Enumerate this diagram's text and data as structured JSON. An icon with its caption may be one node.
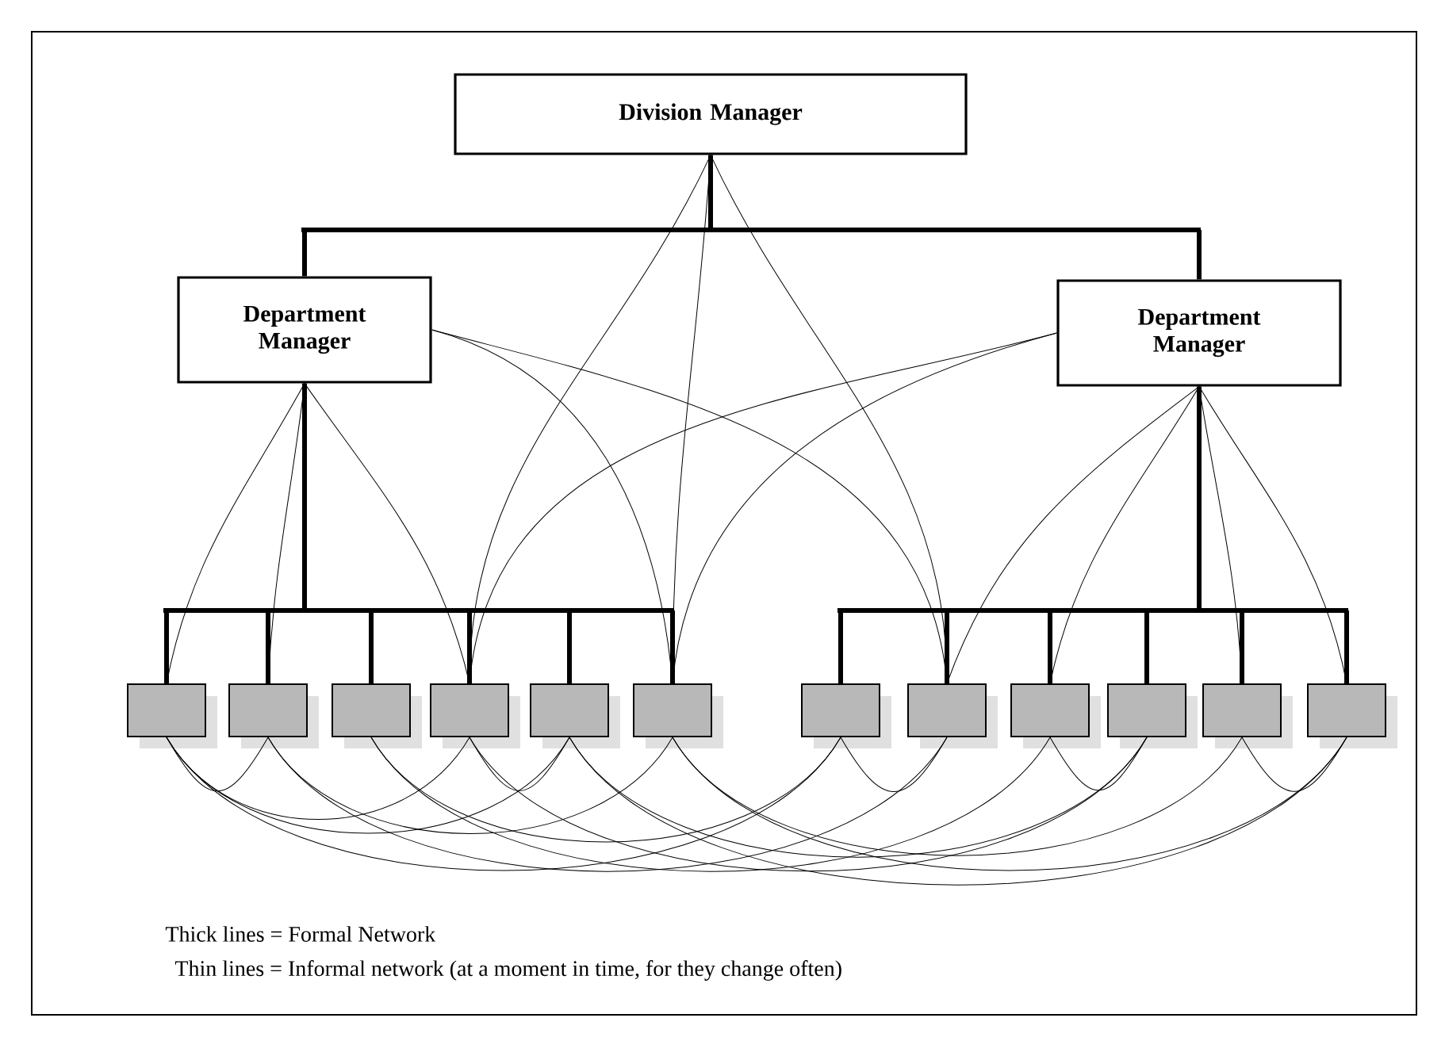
{
  "diagram": {
    "nodes": [
      {
        "text": [
          "Division Manager"
        ]
      },
      {
        "text": [
          "Department Manager"
        ]
      },
      {
        "text": [
          "Department Manager"
        ]
      },
      {
        "text": [],
        "shape": "box"
      },
      {
        "text": [],
        "shape": "box"
      },
      {
        "text": [],
        "shape": "box"
      },
      {
        "text": [],
        "shape": "box"
      },
      {
        "text": [],
        "shape": "box"
      },
      {
        "text": [],
        "shape": "box"
      },
      {
        "text": [],
        "shape": "box"
      },
      {
        "text": [],
        "shape": "box"
      },
      {
        "text": [],
        "shape": "box"
      },
      {
        "text": [],
        "shape": "box"
      },
      {
        "text": [],
        "shape": "box"
      },
      {
        "text": [],
        "shape": "box"
      }
    ],
    "edges": [
      {
        "from": 0,
        "to": 1,
        "arrow": "none",
        "style": "thick"
      },
      {
        "from": 0,
        "to": 2,
        "arrow": "none",
        "style": "thick"
      },
      {
        "from": 1,
        "to": 3,
        "arrow": "none",
        "style": "thick"
      },
      {
        "from": 1,
        "to": 4,
        "arrow": "none",
        "style": "thick"
      },
      {
        "from": 1,
        "to": 5,
        "arrow": "none",
        "style": "thick"
      },
      {
        "from": 1,
        "to": 6,
        "arrow": "none",
        "style": "thick"
      },
      {
        "from": 1,
        "to": 7,
        "arrow": "none",
        "style": "thick"
      },
      {
        "from": 1,
        "to": 8,
        "arrow": "none",
        "style": "thick"
      },
      {
        "from": 2,
        "to": 9,
        "arrow": "none",
        "style": "thick"
      },
      {
        "from": 2,
        "to": 10,
        "arrow": "none",
        "style": "thick"
      },
      {
        "from": 2,
        "to": 11,
        "arrow": "none",
        "style": "thick"
      },
      {
        "from": 2,
        "to": 12,
        "arrow": "none",
        "style": "thick"
      },
      {
        "from": 2,
        "to": 13,
        "arrow": "none",
        "style": "thick"
      },
      {
        "from": 2,
        "to": 14,
        "arrow": "none",
        "style": "thick"
      },
      {
        "from": 0,
        "to": 6,
        "arrow": "none"
      },
      {
        "from": 0,
        "to": 8,
        "arrow": "none"
      },
      {
        "from": 0,
        "to": 10,
        "arrow": "none"
      },
      {
        "from": 1,
        "to": 3,
        "arrow": "none"
      },
      {
        "from": 1,
        "to": 4,
        "arrow": "none"
      },
      {
        "from": 1,
        "to": 6,
        "arrow": "none"
      },
      {
        "from": 1,
        "to": 8,
        "arrow": "none"
      },
      {
        "from": 1,
        "to": 10,
        "arrow": "none"
      },
      {
        "from": 2,
        "to": 6,
        "arrow": "none"
      },
      {
        "from": 2,
        "to": 8,
        "arrow": "none"
      },
      {
        "from": 2,
        "to": 10,
        "arrow": "none"
      },
      {
        "from": 2,
        "to": 11,
        "arrow": "none"
      },
      {
        "from": 2,
        "to": 13,
        "arrow": "none"
      },
      {
        "from": 2,
        "to": 14,
        "arrow": "none"
      },
      {
        "from": 3,
        "to": 4,
        "arrow": "none"
      },
      {
        "from": 3,
        "to": 7,
        "arrow": "none"
      },
      {
        "from": 3,
        "to": 9,
        "arrow": "none"
      },
      {
        "from": 4,
        "to": 8,
        "arrow": "none"
      },
      {
        "from": 4,
        "to": 10,
        "arrow": "none"
      },
      {
        "from": 5,
        "to": 9,
        "arrow": "none"
      },
      {
        "from": 5,
        "to": 11,
        "arrow": "none"
      },
      {
        "from": 6,
        "to": 3,
        "arrow": "none"
      },
      {
        "from": 6,
        "to": 7,
        "arrow": "none"
      },
      {
        "from": 7,
        "to": 12,
        "arrow": "none"
      },
      {
        "from": 8,
        "to": 13,
        "arrow": "none"
      },
      {
        "from": 8,
        "to": 14,
        "arrow": "none"
      },
      {
        "from": 9,
        "to": 10,
        "arrow": "none"
      },
      {
        "from": 11,
        "to": 12,
        "arrow": "none"
      },
      {
        "from": 12,
        "to": 6,
        "arrow": "none"
      },
      {
        "from": 13,
        "to": 14,
        "arrow": "none"
      },
      {
        "from": 14,
        "to": 7,
        "arrow": "none"
      }
    ],
    "labels": [
      "Thick lines = Formal Network",
      "Thin lines = Informal network (at a moment in time, for they change often)"
    ]
  }
}
